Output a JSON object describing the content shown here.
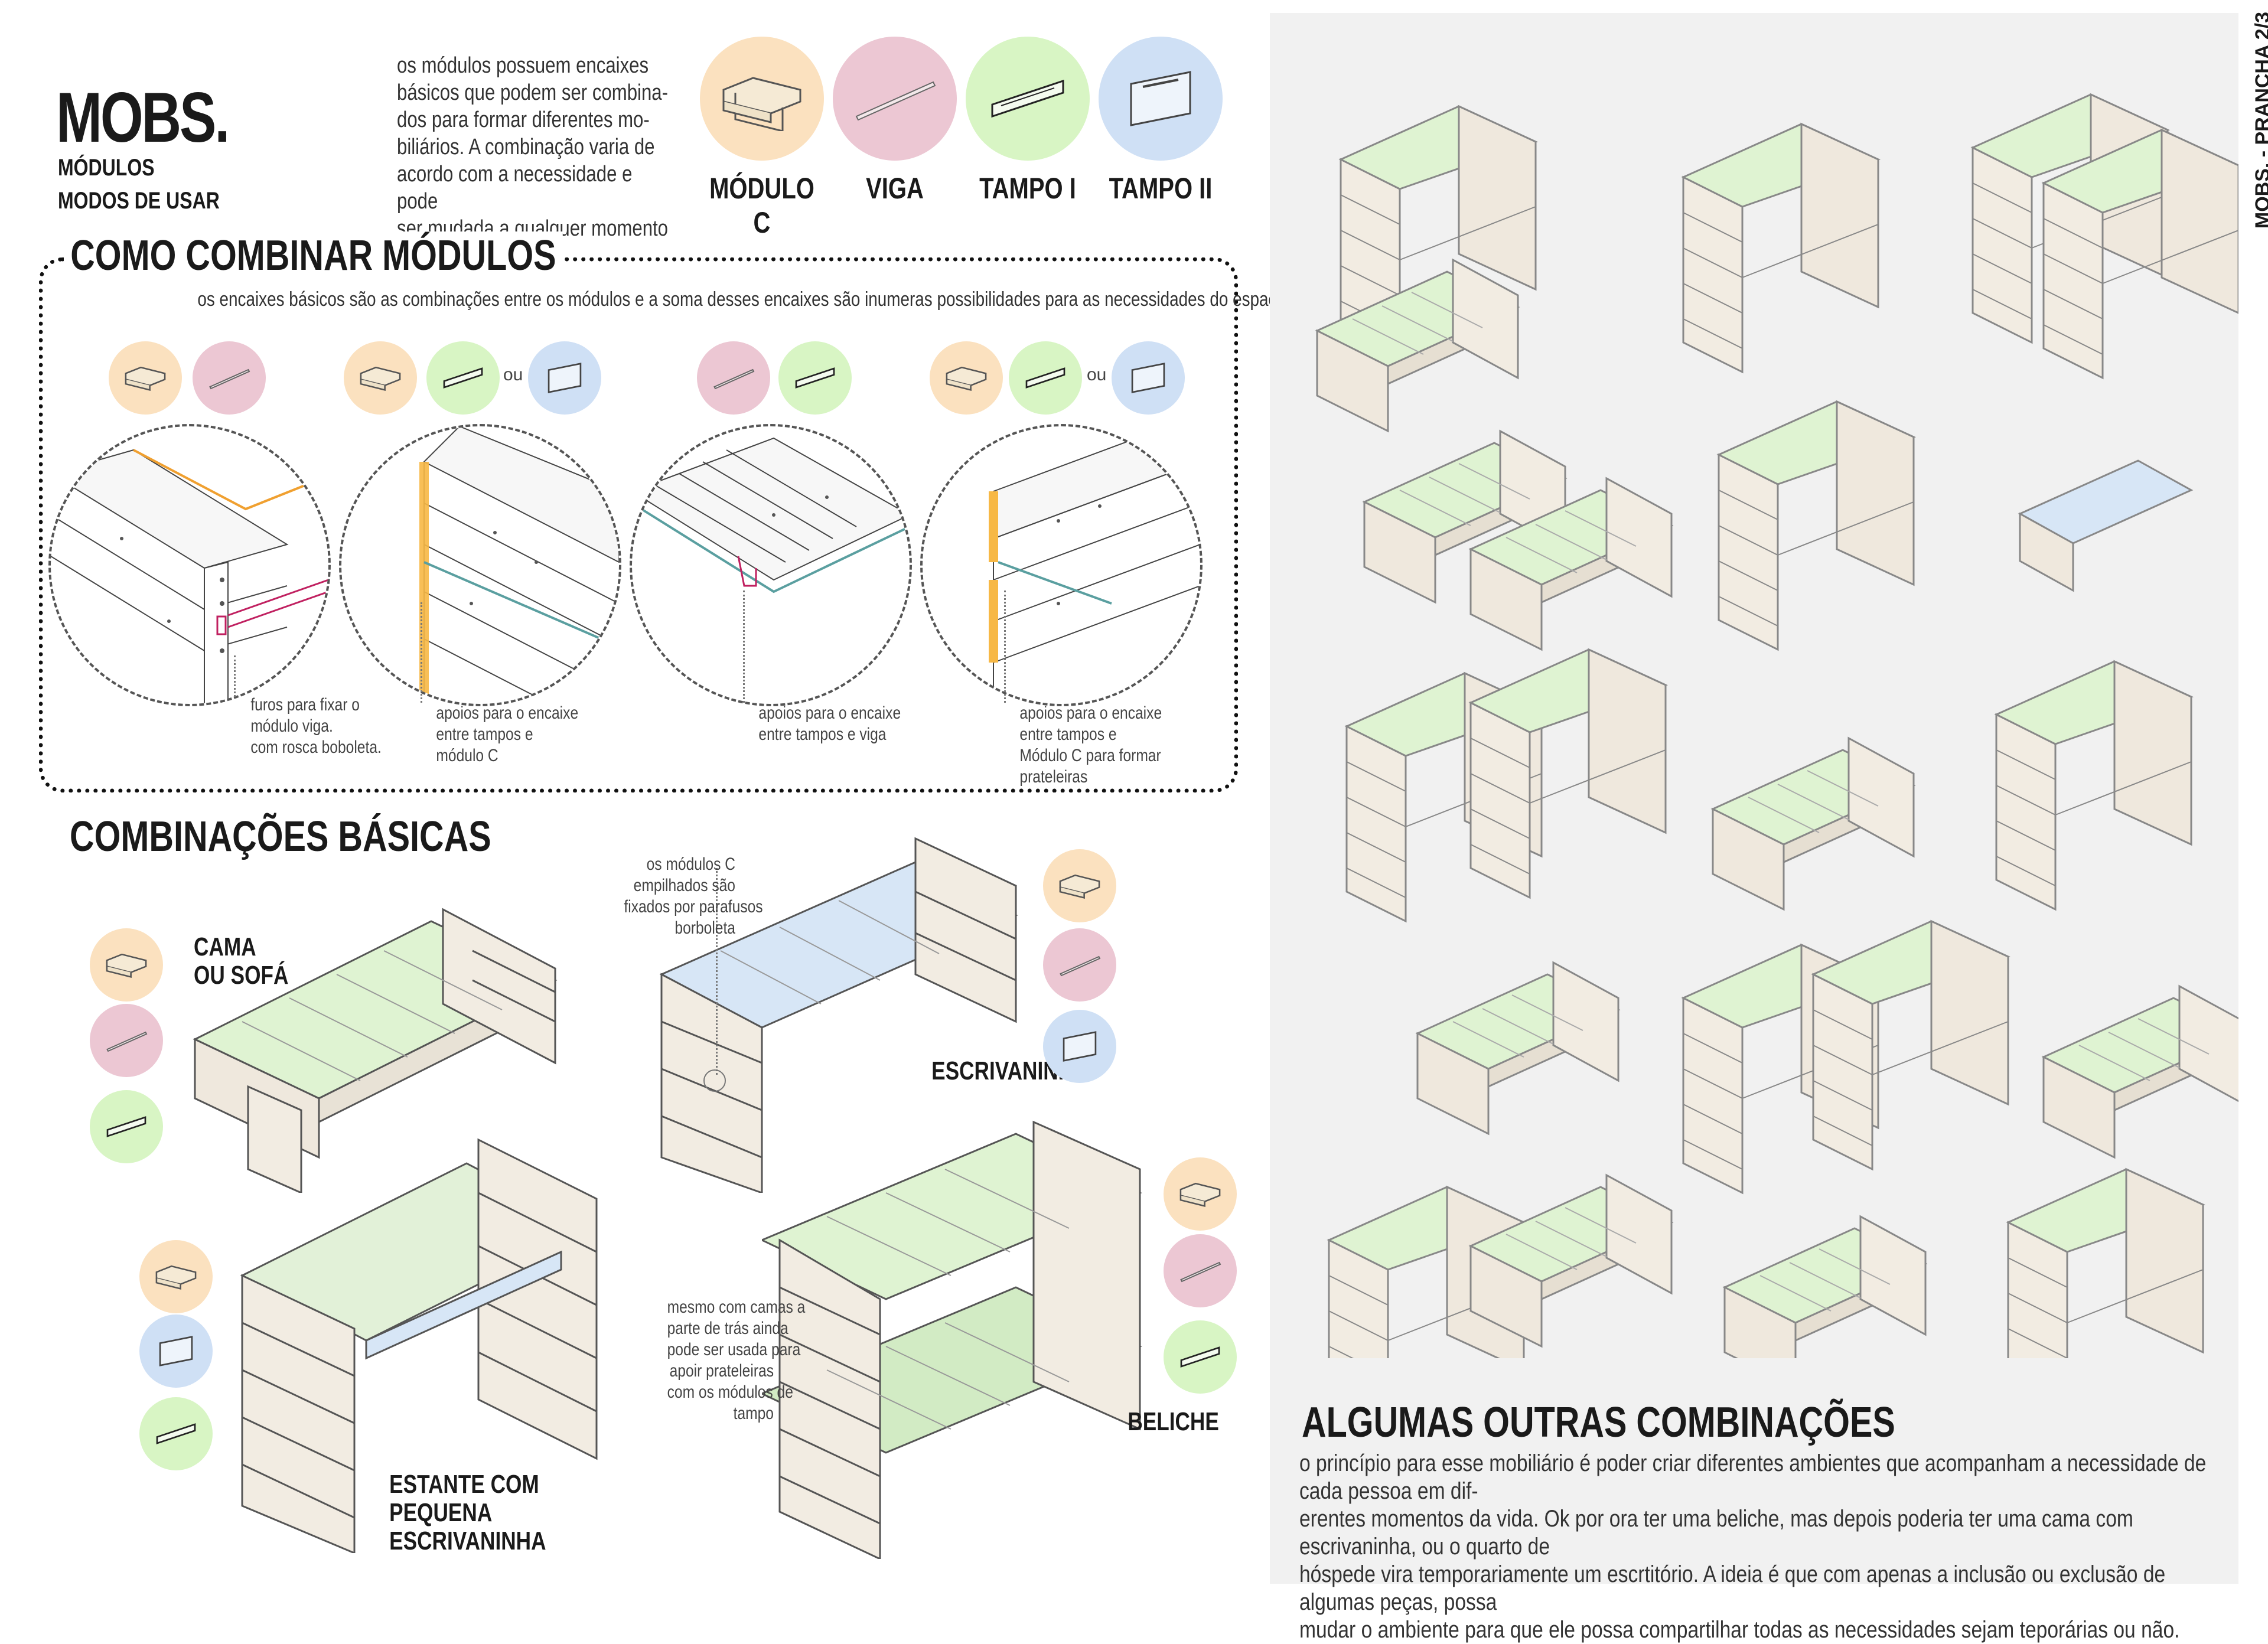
{
  "header": {
    "title": "MOBS.",
    "subtitle_1": "MÓDULOS",
    "subtitle_2": "MODOS DE USAR",
    "intro_lines": [
      "os módulos possuem encaixes",
      "básicos que podem ser combina-",
      "dos para formar diferentes mo-",
      "biliários. A combinação varia de",
      "acordo com a necessidade e pode",
      "ser mudada a qualquer momento"
    ]
  },
  "modules": [
    {
      "label": "MÓDULO C",
      "color": "#fbe1bf",
      "icon": "module-c-icon"
    },
    {
      "label": "VIGA",
      "color": "#ecc7d3",
      "icon": "beam-icon"
    },
    {
      "label": "TAMPO I",
      "color": "#d8f5c4",
      "icon": "top-i-icon"
    },
    {
      "label": "TAMPO II",
      "color": "#cfe0f5",
      "icon": "top-ii-icon"
    }
  ],
  "combine": {
    "heading": "COMO COMBINAR MÓDULOS",
    "description": "os encaixes básicos são as combinações entre os módulos e a soma desses encaixes são inumeras possibilidades  para as necessidades do espaço compartilhado",
    "ou": "ou",
    "notes": [
      [
        "furos para fixar o",
        "módulo viga.",
        "com rosca boboleta."
      ],
      [
        "apoios para o encaixe",
        "entre tampos e",
        "módulo C"
      ],
      [
        "apoios para o encaixe",
        "entre tampos e viga"
      ],
      [
        "apoios para o encaixe",
        "entre tampos e",
        "Módulo C para formar",
        "prateleiras"
      ]
    ]
  },
  "basic": {
    "heading": "COMBINAÇÕES BÁSICAS",
    "cama": [
      "CAMA",
      "OU SOFÁ"
    ],
    "escrivaninha": "ESCRIVANINHA",
    "estante": [
      "ESTANTE COM",
      "PEQUENA",
      "ESCRIVANINHA"
    ],
    "beliche": "BELICHE",
    "note_stack": [
      "os módulos C",
      "empilhados são",
      "fixados por parafusos",
      "borboleta"
    ],
    "note_beliche": [
      "mesmo com camas a",
      "parte de trás ainda",
      "pode ser usada para",
      "apoir prateleiras",
      "com os módulos de",
      "tampo"
    ]
  },
  "others": {
    "heading": "ALGUMAS OUTRAS COMBINAÇÕES",
    "paragraph_lines": [
      "o princípio para esse mobiliário é poder criar diferentes ambientes que acompanham a necessidade de cada pessoa em dif-",
      "erentes momentos da vida. Ok por ora ter uma beliche, mas depois poderia ter uma cama com escrivaninha, ou o quarto de",
      "hóspede vira temporariamente um escrtitório. A ideia é que com apenas a inclusão ou exclusão de algumas peças, possa",
      "mudar o ambiente para que ele possa compartilhar todas as necessidades sejam teporárias ou não."
    ]
  },
  "sheet_label": "MOBS. - PRANCHA 2/3"
}
